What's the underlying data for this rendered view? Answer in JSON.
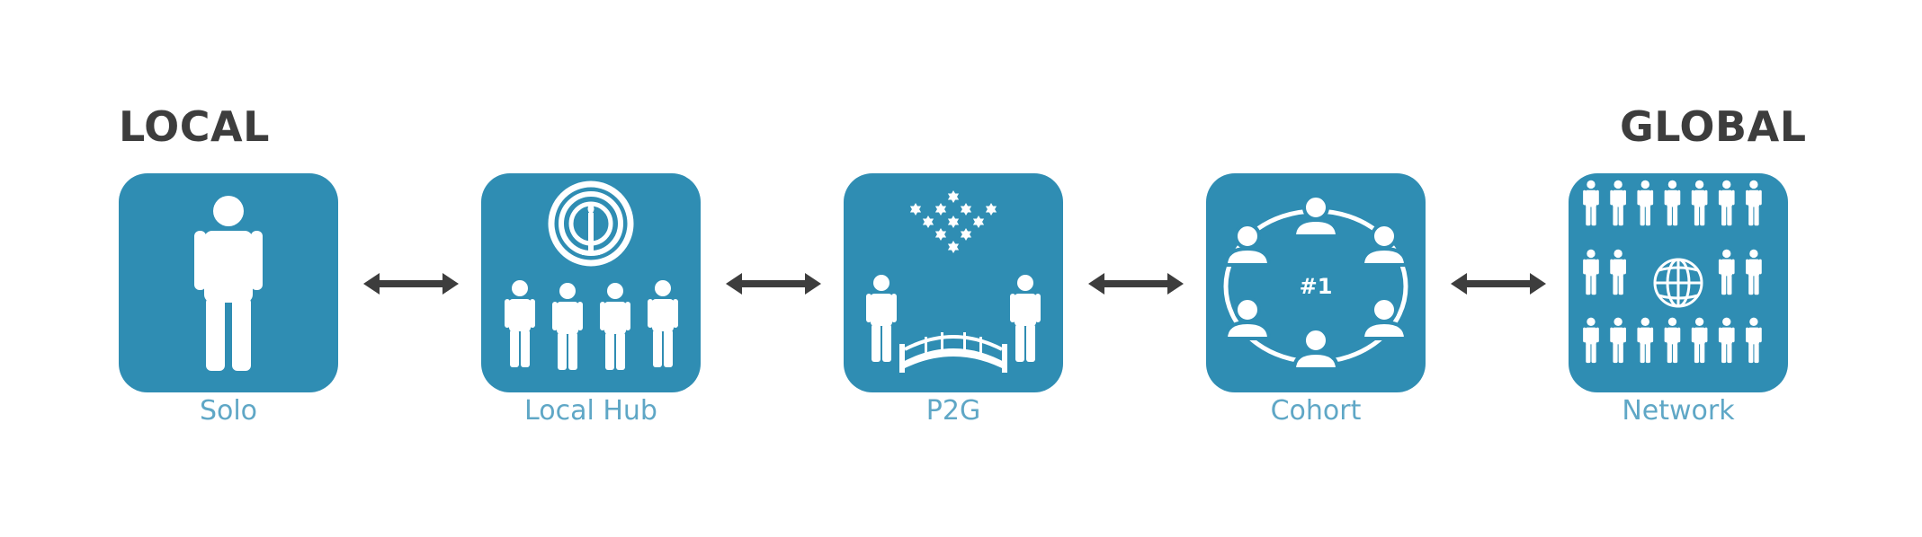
{
  "headings": {
    "left": "LOCAL",
    "right": "GLOBAL"
  },
  "stages": [
    {
      "label": "Solo",
      "icon": "single-person-icon"
    },
    {
      "label": "Local Hub",
      "icon": "menorah-hub-icon"
    },
    {
      "label": "P2G",
      "icon": "star-of-david-bridge-icon"
    },
    {
      "label": "Cohort",
      "icon": "cohort-circle-icon",
      "badge": "#1"
    },
    {
      "label": "Network",
      "icon": "global-network-icon"
    }
  ],
  "colors": {
    "tile": "#2f8db3",
    "label": "#5fa7c6",
    "heading": "#3d3d3d",
    "arrow": "#3d3d3d",
    "icon": "#ffffff"
  }
}
